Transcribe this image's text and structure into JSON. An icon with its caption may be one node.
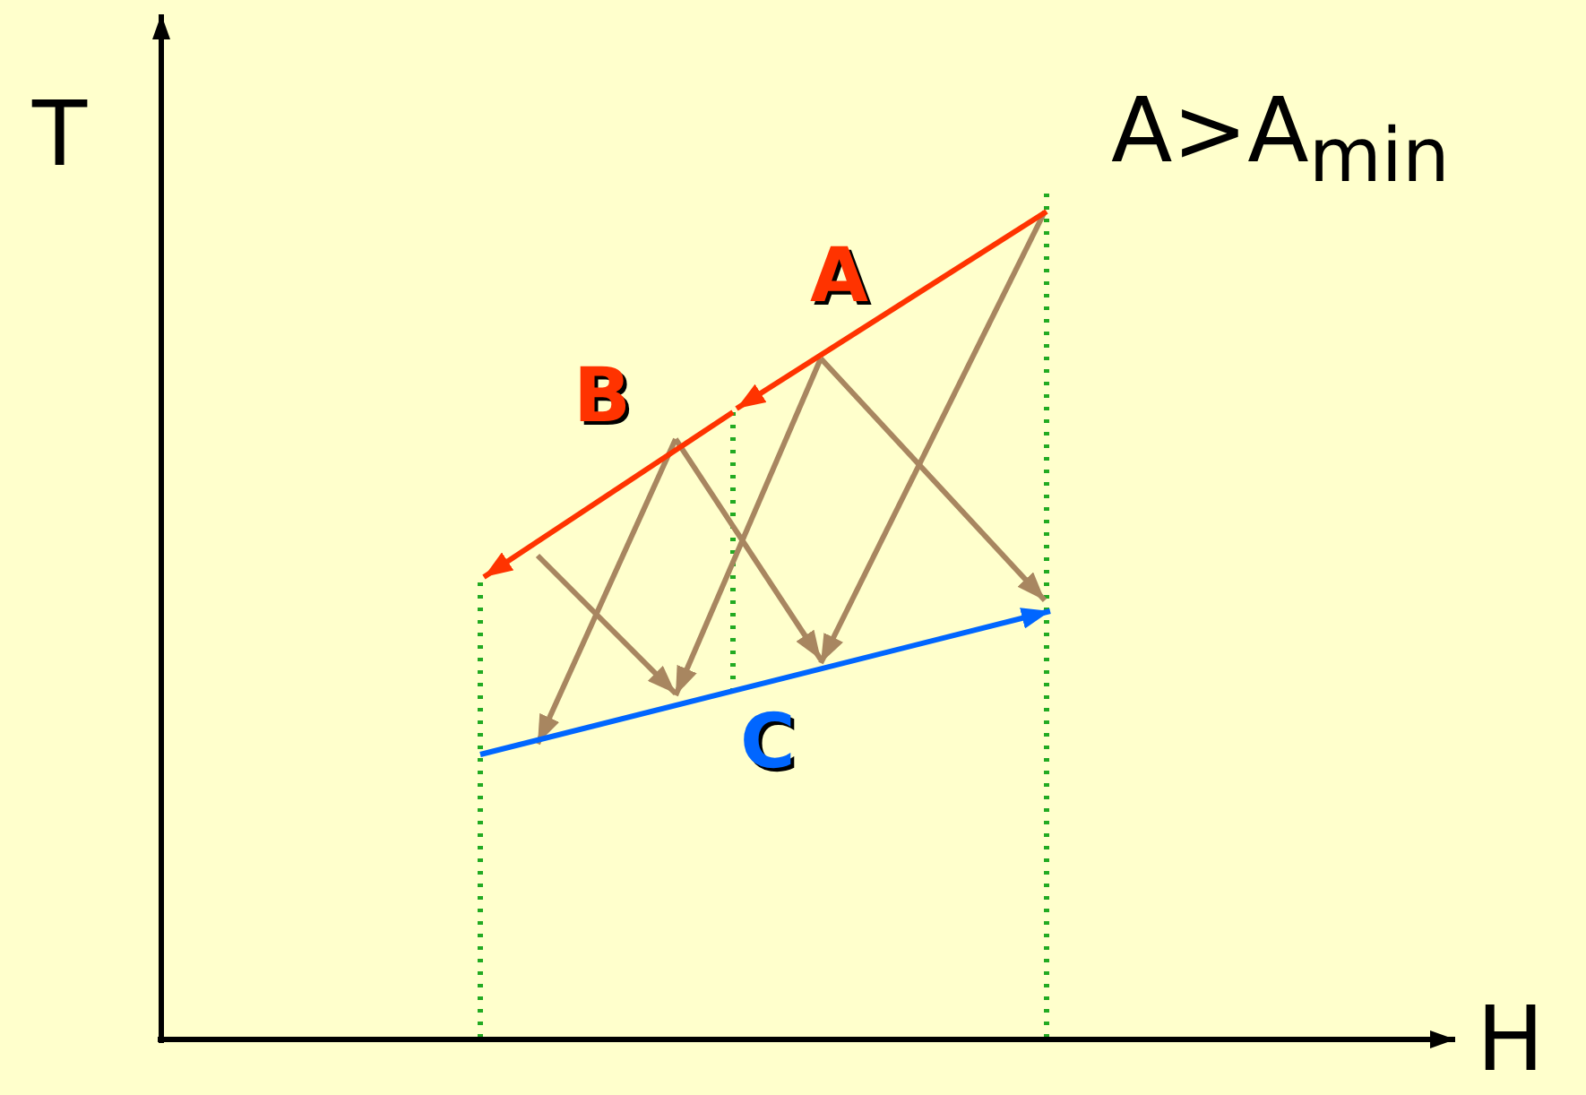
{
  "diagram": {
    "labels": [
      "T",
      "A>A$_{min}$",
      "A",
      "B",
      "C",
      "H"
    ]
  }
}
